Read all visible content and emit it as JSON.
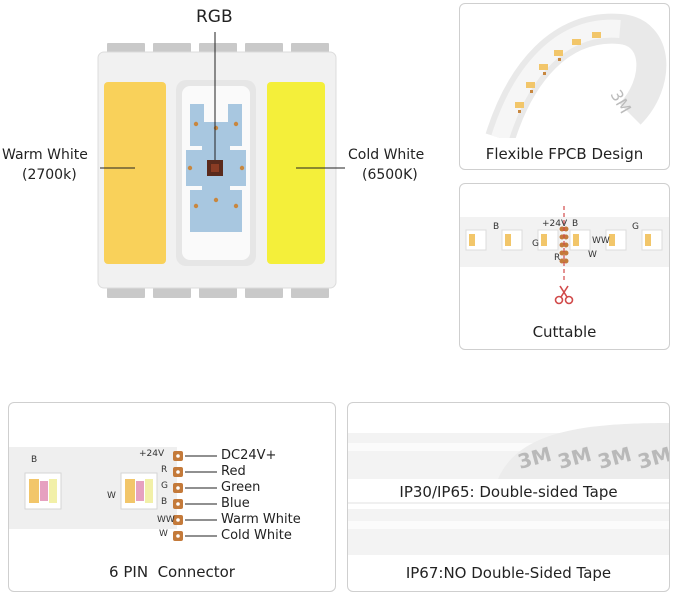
{
  "led_chip": {
    "rgb_label": "RGB",
    "warm_label_line1": "Warm White",
    "warm_label_line2": "(2700k)",
    "cold_label_line1": "Cold White",
    "cold_label_line2": "(6500K)",
    "colors": {
      "warm": "#f9d15a",
      "cold": "#f4ef3a",
      "rgb_pad": "#a8c7e0"
    }
  },
  "fpcb_panel": {
    "caption": "Flexible FPCB Design",
    "tape_print": "3M"
  },
  "cuttable_panel": {
    "caption": "Cuttable",
    "marks": [
      "B",
      "+24V",
      "G",
      "R",
      "B",
      "WW",
      "W",
      "G"
    ],
    "scissors_icon": "scissors-icon"
  },
  "connector_panel": {
    "caption": "6 PIN  Connector",
    "pins": [
      "DC24V+",
      "Red",
      "Green",
      "Blue",
      "Warm White",
      "Cold White"
    ],
    "strip_marks": [
      "B",
      "+24V",
      "R",
      "G",
      "B",
      "W",
      "WW",
      "W"
    ],
    "pin_color": "#c47a3a"
  },
  "tape_panel": {
    "top_caption": "IP30/IP65: Double-sided Tape",
    "bottom_caption": "IP67:NO Double-Sided Tape",
    "tape_print": "3M"
  }
}
